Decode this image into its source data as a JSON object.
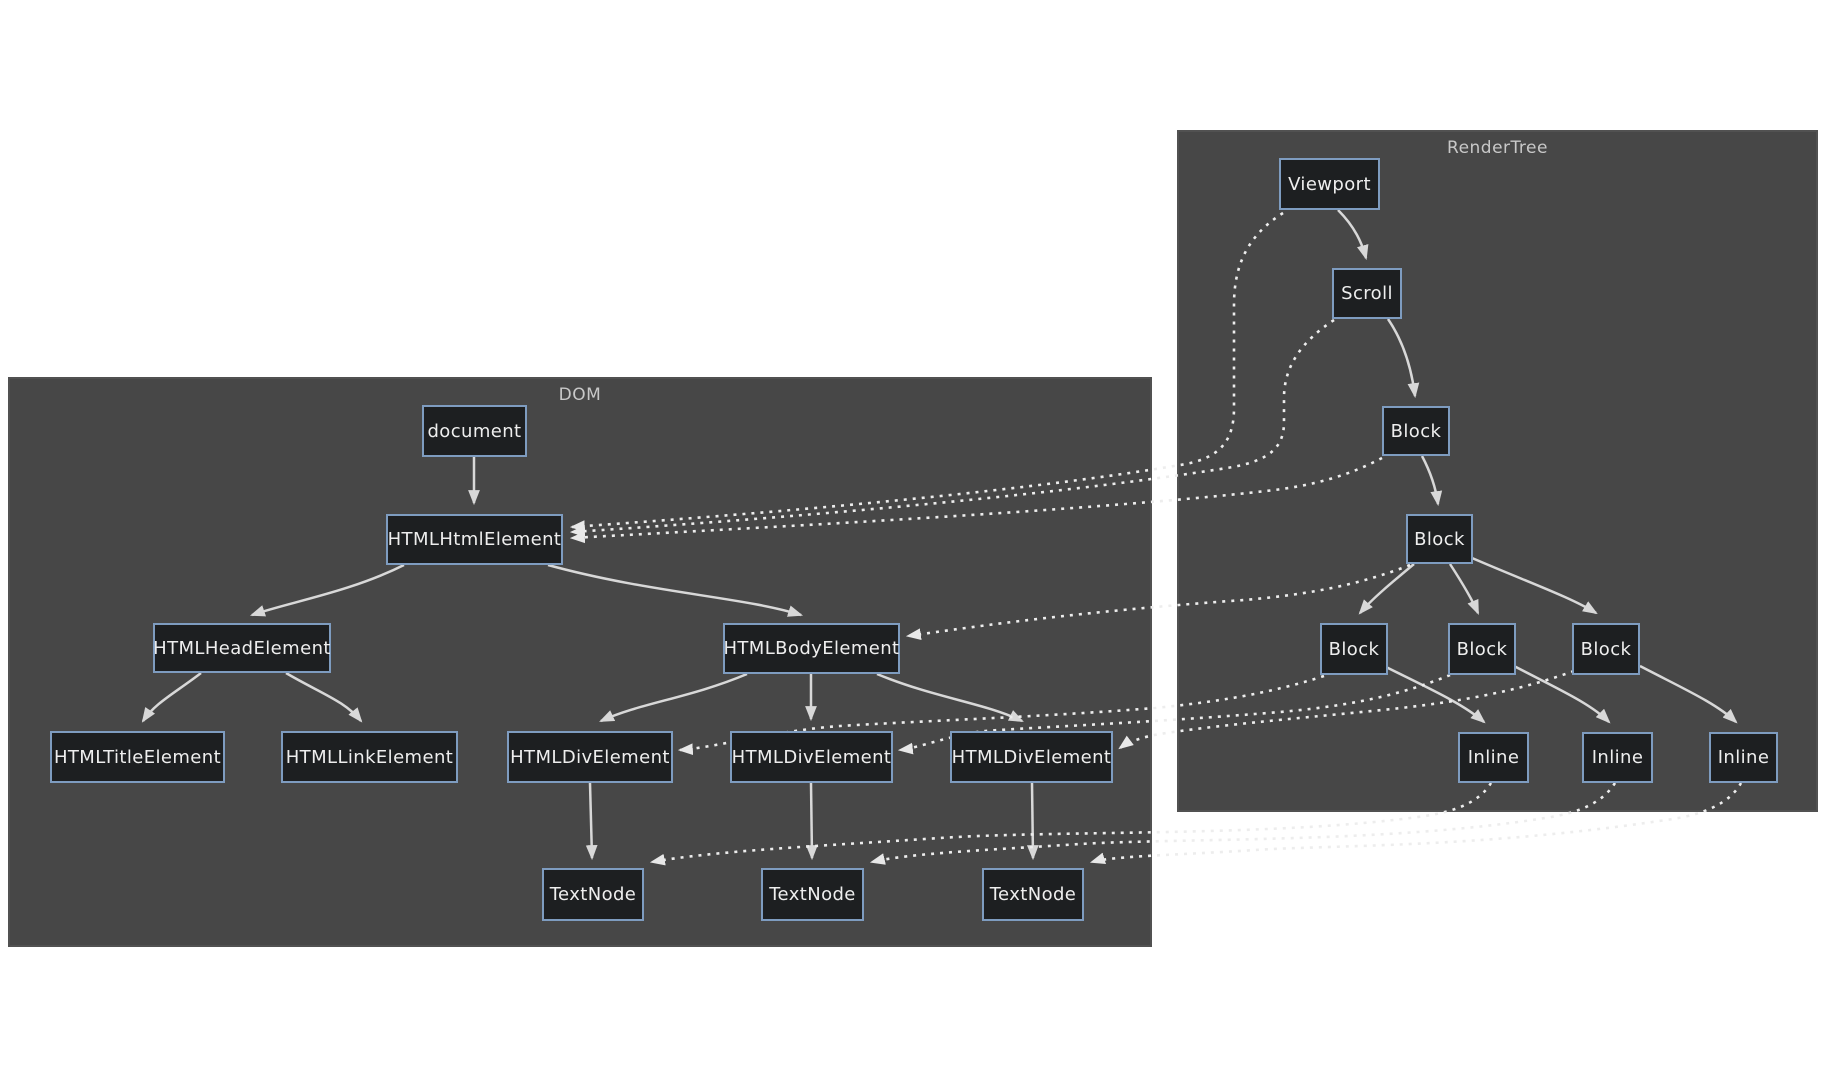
{
  "diagram": {
    "clusters": {
      "dom": {
        "label": "DOM",
        "nodes": {
          "document": {
            "label": "document"
          },
          "html": {
            "label": "HTMLHtmlElement"
          },
          "head": {
            "label": "HTMLHeadElement"
          },
          "body": {
            "label": "HTMLBodyElement"
          },
          "title": {
            "label": "HTMLTitleElement"
          },
          "link": {
            "label": "HTMLLinkElement"
          },
          "div1": {
            "label": "HTMLDivElement"
          },
          "div2": {
            "label": "HTMLDivElement"
          },
          "div3": {
            "label": "HTMLDivElement"
          },
          "text1": {
            "label": "TextNode"
          },
          "text2": {
            "label": "TextNode"
          },
          "text3": {
            "label": "TextNode"
          }
        }
      },
      "rendertree": {
        "label": "RenderTree",
        "nodes": {
          "viewport": {
            "label": "Viewport"
          },
          "scroll": {
            "label": "Scroll"
          },
          "block1": {
            "label": "Block"
          },
          "block2": {
            "label": "Block"
          },
          "block3a": {
            "label": "Block"
          },
          "block3b": {
            "label": "Block"
          },
          "block3c": {
            "label": "Block"
          },
          "inline1": {
            "label": "Inline"
          },
          "inline2": {
            "label": "Inline"
          },
          "inline3": {
            "label": "Inline"
          }
        }
      },
      "edges": {
        "solid_tree_edges": [
          [
            "document",
            "HTMLHtmlElement"
          ],
          [
            "HTMLHtmlElement",
            "HTMLHeadElement"
          ],
          [
            "HTMLHtmlElement",
            "HTMLBodyElement"
          ],
          [
            "HTMLHeadElement",
            "HTMLTitleElement"
          ],
          [
            "HTMLHeadElement",
            "HTMLLinkElement"
          ],
          [
            "HTMLBodyElement",
            "HTMLDivElement-1"
          ],
          [
            "HTMLBodyElement",
            "HTMLDivElement-2"
          ],
          [
            "HTMLBodyElement",
            "HTMLDivElement-3"
          ],
          [
            "HTMLDivElement-1",
            "TextNode-1"
          ],
          [
            "HTMLDivElement-2",
            "TextNode-2"
          ],
          [
            "HTMLDivElement-3",
            "TextNode-3"
          ],
          [
            "Viewport",
            "Scroll"
          ],
          [
            "Scroll",
            "Block-1"
          ],
          [
            "Block-1",
            "Block-2"
          ],
          [
            "Block-2",
            "Block-3a"
          ],
          [
            "Block-2",
            "Block-3b"
          ],
          [
            "Block-2",
            "Block-3c"
          ],
          [
            "Block-3a",
            "Inline-1"
          ],
          [
            "Block-3b",
            "Inline-2"
          ],
          [
            "Block-3c",
            "Inline-3"
          ]
        ],
        "dotted_association_edges": [
          [
            "Viewport",
            "HTMLHtmlElement"
          ],
          [
            "Scroll",
            "HTMLHtmlElement"
          ],
          [
            "Block-1",
            "HTMLHtmlElement"
          ],
          [
            "Block-2",
            "HTMLBodyElement"
          ],
          [
            "Block-3a",
            "HTMLDivElement-1"
          ],
          [
            "Block-3b",
            "HTMLDivElement-2"
          ],
          [
            "Block-3c",
            "HTMLDivElement-3"
          ],
          [
            "Inline-1",
            "TextNode-1"
          ],
          [
            "Inline-2",
            "TextNode-2"
          ],
          [
            "Inline-3",
            "TextNode-3"
          ]
        ]
      },
      "colors": {
        "page_background": "#ffffff",
        "cluster_background": "#474747",
        "node_background": "#1d1f21",
        "node_border": "#7e9cc0",
        "node_text": "#eeeeee",
        "cluster_label_text": "#c8c8c8",
        "solid_edge": "#d8d8d8",
        "dotted_edge": "#ededed"
      }
    }
  }
}
